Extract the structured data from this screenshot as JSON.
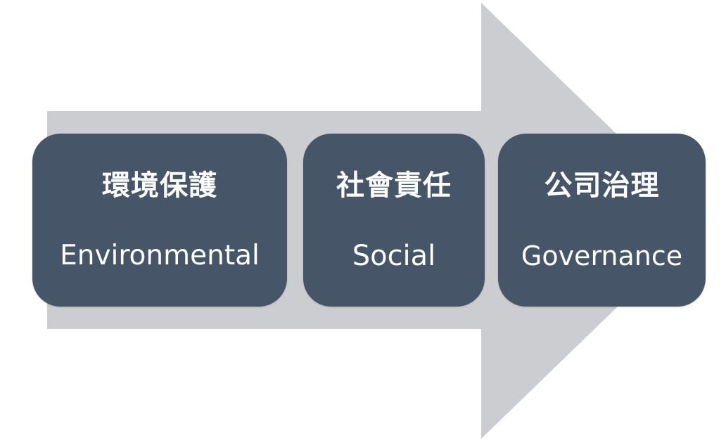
{
  "diagram": {
    "arrow_color": "#cbcdd1",
    "box_color": "#475569",
    "text_color": "#ffffff",
    "steps": [
      {
        "zh": "環境保護",
        "en": "Environmental"
      },
      {
        "zh": "社會責任",
        "en": "Social"
      },
      {
        "zh": "公司治理",
        "en": "Governance"
      }
    ]
  }
}
